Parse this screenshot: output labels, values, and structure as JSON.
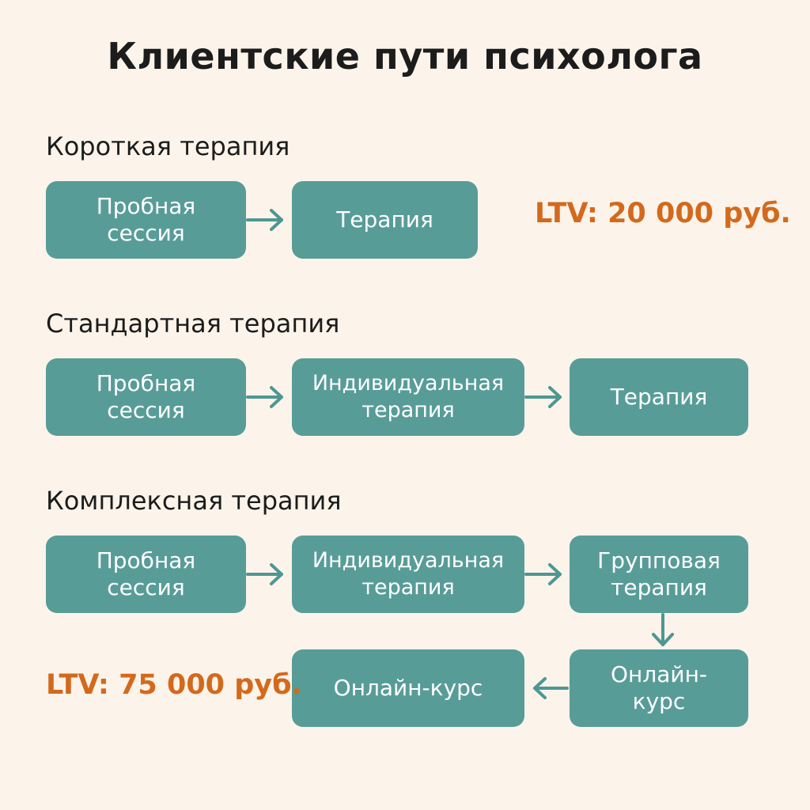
{
  "title": "Клиентские пути психолога",
  "paths": [
    {
      "name": "Короткая терапия",
      "steps": [
        "Пробная\nсессия",
        "Терапия"
      ],
      "ltv": "LTV: 20 000 руб."
    },
    {
      "name": "Стандартная терапия",
      "steps": [
        "Пробная\nсессия",
        "Индивидуальная\nтерапия",
        "Терапия"
      ]
    },
    {
      "name": "Комплексная терапия",
      "steps": [
        "Пробная\nсессия",
        "Индивидуальная\nтерапия",
        "Групповая\nтерапия",
        "Онлайн-\nкурс",
        "Онлайн-курс"
      ],
      "ltv": "LTV: 75 000 руб."
    }
  ],
  "colors": {
    "background": "#fcf4ea",
    "box": "#589c98",
    "arrow": "#4d9793",
    "ltv": "#d4691c"
  }
}
